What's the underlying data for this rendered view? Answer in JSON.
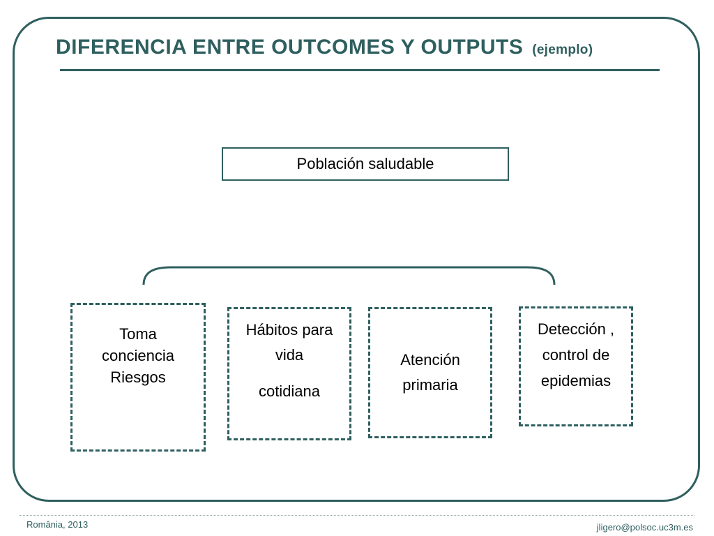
{
  "slide": {
    "title": "DIFERENCIA ENTRE OUTCOMES Y OUTPUTS",
    "title_note": "(ejemplo)"
  },
  "diagram": {
    "outcome": "Población saludable",
    "outputs": [
      {
        "lines": [
          "Toma",
          "conciencia",
          "Riesgos"
        ]
      },
      {
        "lines": [
          "Hábitos para",
          "vida",
          "cotidiana"
        ]
      },
      {
        "lines": [
          "Atención",
          "primaria"
        ]
      },
      {
        "lines": [
          "Detección ,",
          "control de",
          "epidemias"
        ]
      }
    ]
  },
  "footer": {
    "left": "România, 2013",
    "right": "jligero@polsoc.uc3m.es"
  },
  "colors": {
    "accent": "#2f5f5f",
    "text": "#000000",
    "background": "#ffffff"
  }
}
